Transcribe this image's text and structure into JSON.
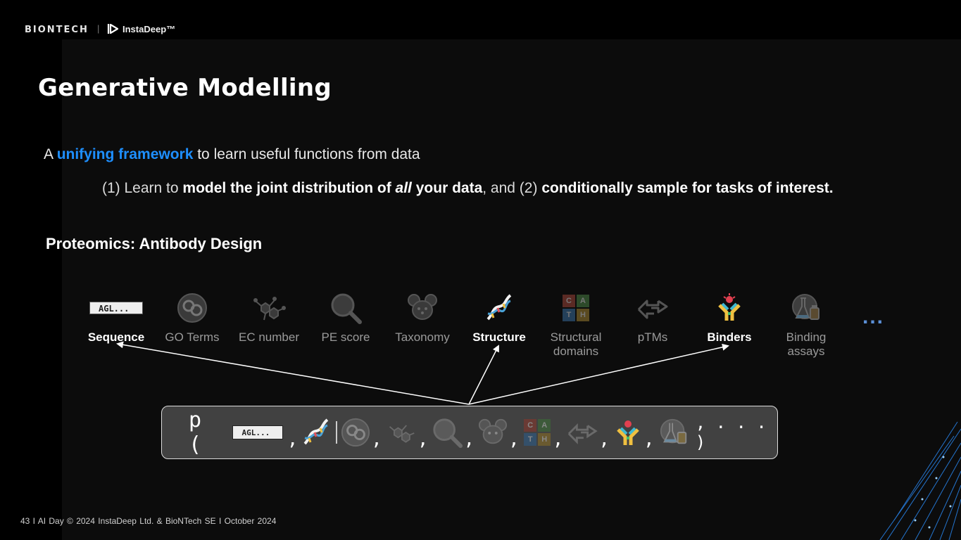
{
  "brand": {
    "biontech": "BIONTECH",
    "separator": "|",
    "instadeep": "InstaDeep™"
  },
  "title": "Generative Modelling",
  "line1": {
    "prefix": "A ",
    "highlight": "unifying framework",
    "suffix": " to learn useful functions from data"
  },
  "line2": {
    "p1": "(1) Learn to ",
    "b1": "model the joint distribution of ",
    "i1": "all",
    "b2": " your data",
    "p2": ", and (2) ",
    "b3": "conditionally sample for tasks of interest."
  },
  "subtitle": "Proteomics: Antibody Design",
  "categories": [
    {
      "label": "Sequence",
      "active": true,
      "icon": "sequence-box-icon",
      "text": "AGL..."
    },
    {
      "label": "GO Terms",
      "active": false,
      "icon": "go-terms-icon"
    },
    {
      "label": "EC number",
      "active": false,
      "icon": "molecule-icon"
    },
    {
      "label": "PE score",
      "active": false,
      "icon": "magnifier-icon"
    },
    {
      "label": "Taxonomy",
      "active": false,
      "icon": "mouse-icon"
    },
    {
      "label": "Structure",
      "active": true,
      "icon": "dna-helix-icon"
    },
    {
      "label": "Structural domains",
      "active": false,
      "icon": "cath-icon"
    },
    {
      "label": "pTMs",
      "active": false,
      "icon": "swap-arrows-icon"
    },
    {
      "label": "Binders",
      "active": true,
      "icon": "antibody-icon"
    },
    {
      "label": "Binding assays",
      "active": false,
      "icon": "flask-icon"
    }
  ],
  "more": "...",
  "cath": [
    "C",
    "A",
    "T",
    "H"
  ],
  "formula": {
    "p": "p (",
    "seq": "AGL...",
    "comma": ",",
    "ellipsis": ", . . . )"
  },
  "footer": "43   I   AI Day © 2024 InstaDeep Ltd. & BioNTech SE   I   October 2024",
  "colors": {
    "accent": "#1e8fff",
    "background": "#000000",
    "formula_bg": "#414141"
  }
}
